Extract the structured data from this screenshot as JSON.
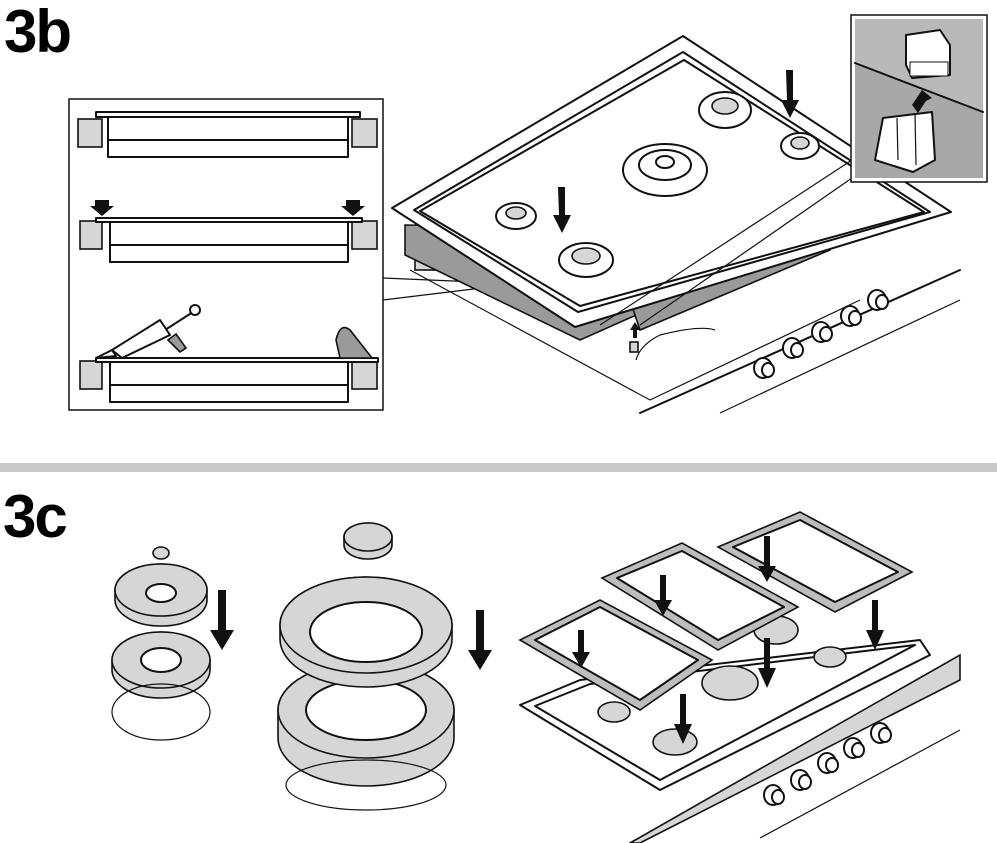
{
  "steps": [
    {
      "label": "3b",
      "panels": [
        {
          "name": "detail-cross-sections",
          "items": [
            "hob-resting-on-worktop",
            "press-down-edges",
            "apply-sealant-and-smooth"
          ]
        },
        {
          "name": "hob-installation-overview",
          "items": [
            "hob-with-five-burners",
            "two-press-down-arrows",
            "control-knobs-x5",
            "gas-connection-cable"
          ]
        },
        {
          "name": "connector-inset",
          "items": [
            "plug-connector",
            "socket",
            "push-up-arrow"
          ]
        }
      ]
    },
    {
      "label": "3c",
      "panels": [
        {
          "name": "small-burner-assembly",
          "items": [
            "burner-cap",
            "flame-spreader",
            "burner-base",
            "down-arrow"
          ]
        },
        {
          "name": "wok-burner-assembly",
          "items": [
            "center-cap",
            "outer-ring",
            "burner-base",
            "down-arrow"
          ]
        },
        {
          "name": "pan-supports-placement",
          "items": [
            "pan-support-left",
            "pan-support-middle",
            "pan-support-right",
            "down-arrows-x5",
            "control-knobs-x5"
          ]
        }
      ]
    }
  ],
  "colors": {
    "ink": "#111111",
    "shade_light": "#d6d6d6",
    "shade_mid": "#bdbdbd",
    "shade_dark": "#9a9a9a",
    "divider": "#c9c9c9"
  }
}
